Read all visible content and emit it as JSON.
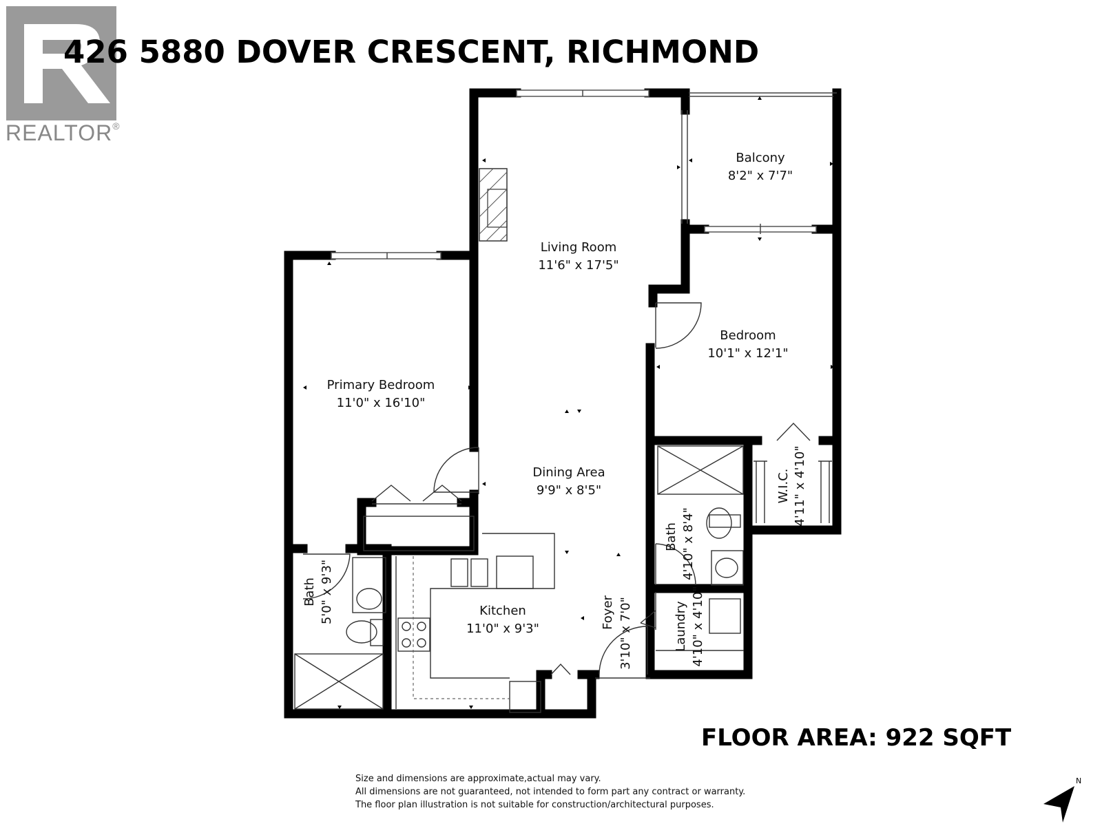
{
  "title": "426 5880 DOVER CRESCENT, RICHMOND",
  "logo": {
    "text": "REALTOR",
    "mark": "®",
    "icon": "realtor-r-icon"
  },
  "floor_area": "FLOOR AREA: 922 SQFT",
  "rooms": {
    "living_room": {
      "name": "Living Room",
      "dim": "11'6\" x 17'5\""
    },
    "balcony": {
      "name": "Balcony",
      "dim": "8'2\" x 7'7\""
    },
    "bedroom": {
      "name": "Bedroom",
      "dim": "10'1\" x 12'1\""
    },
    "primary_bedroom": {
      "name": "Primary Bedroom",
      "dim": "11'0\" x 16'10\""
    },
    "dining_area": {
      "name": "Dining Area",
      "dim": "9'9\" x 8'5\""
    },
    "kitchen": {
      "name": "Kitchen",
      "dim": "11'0\" x 9'3\""
    },
    "foyer": {
      "name": "Foyer",
      "dim": "3'10\" x 7'0\""
    },
    "wic": {
      "name": "W.I.C.",
      "dim": "4'11\" x 4'10\""
    },
    "bath_east": {
      "name": "Bath",
      "dim": "4'10\" x 8'4\""
    },
    "laundry": {
      "name": "Laundry",
      "dim": "4'10\" x 4'10\""
    },
    "bath_west": {
      "name": "Bath",
      "dim": "5'0\" x 9'3\""
    }
  },
  "disclaimer": [
    "Size and dimensions are approximate,actual may vary.",
    "All dimensions are not guaranteed, not intended to form part any contract or warranty.",
    "The floor plan illustration is not suitable for construction/architectural purposes."
  ],
  "compass": {
    "label": "N",
    "icon": "north-arrow-icon"
  }
}
